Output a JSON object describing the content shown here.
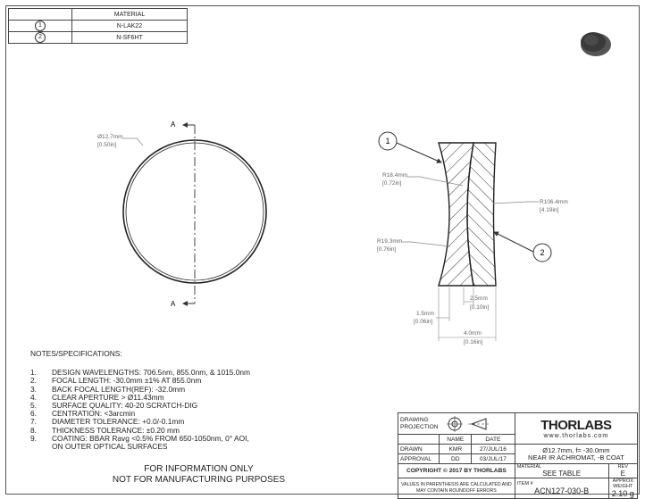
{
  "material_table": {
    "header": "MATERIAL",
    "rows": [
      {
        "num": "1",
        "material": "N-LAK22"
      },
      {
        "num": "2",
        "material": "N-SF6HT"
      }
    ]
  },
  "front_view": {
    "diameter_mm": "Ø12.7mm",
    "diameter_in": "[0.50in]",
    "section_top": "A",
    "section_bottom": "A"
  },
  "section_view": {
    "balloon_1": "1",
    "balloon_2": "2",
    "r1_mm": "R18.4mm",
    "r1_in": "[0.72in]",
    "r2_mm": "R106.4mm",
    "r2_in": "[4.19in]",
    "r3_mm": "R19.3mm",
    "r3_in": "[0.76in]",
    "t1_mm": "2.5mm",
    "t1_in": "[0.10in]",
    "t2_mm": "1.5mm",
    "t2_in": "[0.06in]",
    "t3_mm": "4.0mm",
    "t3_in": "[0.16in]"
  },
  "notes": {
    "title": "NOTES/SPECIFICATIONS:",
    "items": [
      {
        "n": "1.",
        "text": "DESIGN WAVELENGTHS: 706.5nm, 855.0nm, & 1015.0nm"
      },
      {
        "n": "2.",
        "text": "FOCAL LENGTH: -30.0mm ±1% AT 855.0nm"
      },
      {
        "n": "3.",
        "text": "BACK FOCAL LENGTH(REF): -32.0mm"
      },
      {
        "n": "4.",
        "text": "CLEAR APERTURE > Ø11.43mm"
      },
      {
        "n": "5.",
        "text": "SURFACE QUALITY: 40-20 SCRATCH-DIG"
      },
      {
        "n": "6.",
        "text": "CENTRATION: <3arcmin"
      },
      {
        "n": "7.",
        "text": "DIAMETER TOLERANCE: +0.0/-0.1mm"
      },
      {
        "n": "8.",
        "text": "THICKNESS TOLERANCE: ±0.20 mm"
      },
      {
        "n": "9.",
        "text": "COATING: BBAR Ravg <0.5% FROM 650-1050nm, 0° AOI,"
      },
      {
        "n": "",
        "text": "ON OUTER OPTICAL SURFACES"
      }
    ]
  },
  "disclaimer": {
    "line1": "FOR INFORMATION ONLY",
    "line2": "NOT FOR MANUFACTURING PURPOSES"
  },
  "title_block": {
    "drawing_projection": "DRAWING PROJECTION",
    "name_header": "NAME",
    "date_header": "DATE",
    "drawn_label": "DRAWN",
    "drawn_name": "KMR",
    "drawn_date": "27/JUL/16",
    "approval_label": "APPROVAL",
    "approval_name": "DD",
    "approval_date": "03/JUL/17",
    "copyright": "COPYRIGHT © 2017 BY THORLABS",
    "values_note": "VALUES IN PARENTHESIS ARE CALCULATED AND MAY CONTAIN ROUNDOFF ERRORS",
    "logo": "THORLABS",
    "website": "www.thorlabs.com",
    "description_line1": "Ø12.7mm, f= -30.0mm",
    "description_line2": "NEAR IR ACHROMAT, -B COAT",
    "material_label": "MATERIAL",
    "material_value": "SEE TABLE",
    "rev_label": "REV",
    "rev_value": "E",
    "item_label": "ITEM #",
    "item_value": "ACN127-030-B",
    "weight_label": "APPROX WEIGHT",
    "weight_value": "2.10 g"
  }
}
